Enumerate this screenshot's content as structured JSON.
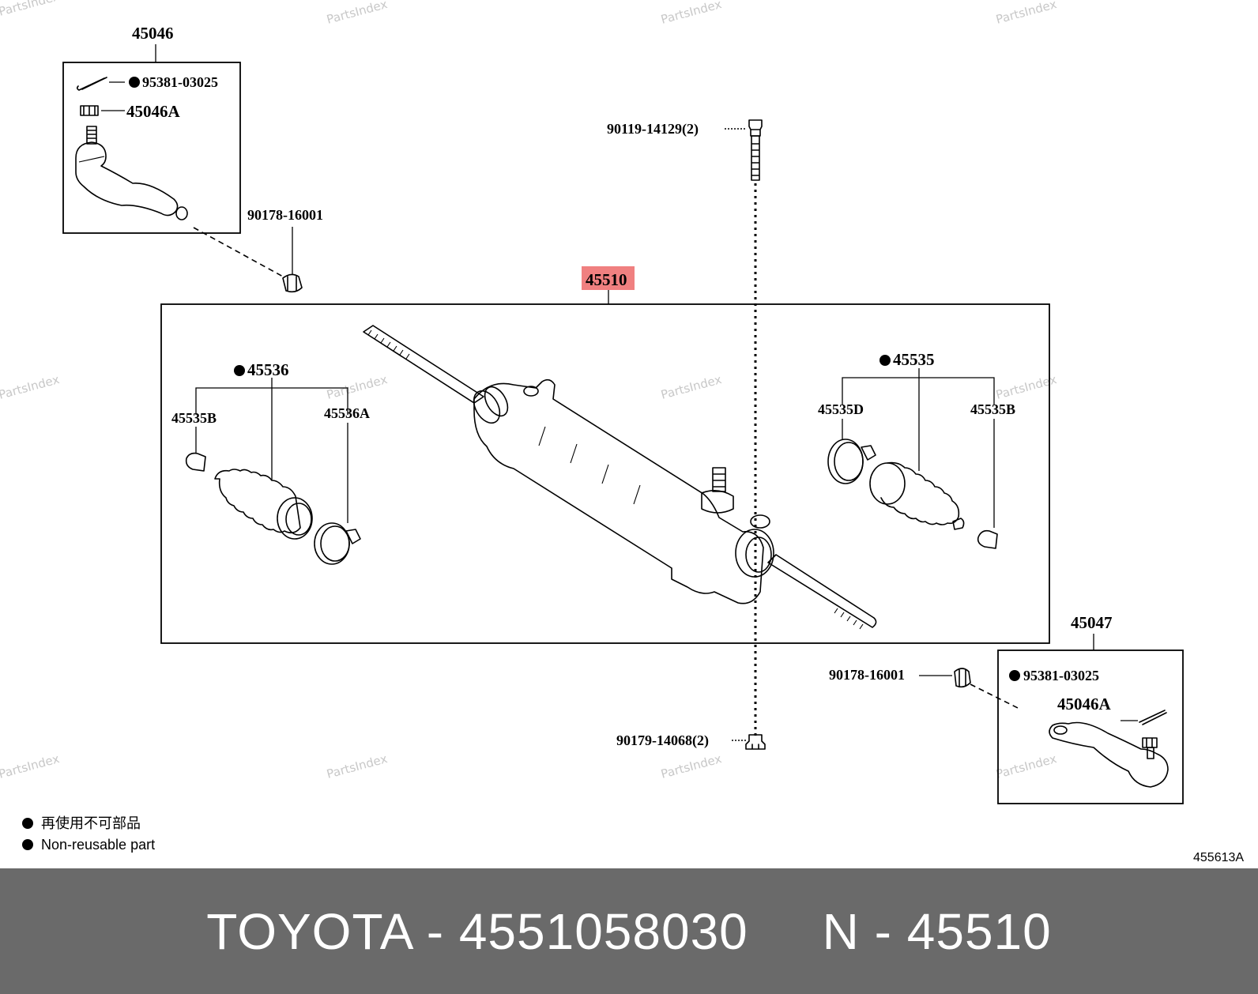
{
  "watermark": "PartsIndex",
  "labels": {
    "tie_rod_end_left": "45046",
    "cotter_pin_left": "95381-03025",
    "nut_left": "45046A",
    "nut_90178_left": "90178-16001",
    "bolt": "90119-14129(2)",
    "rack_assembly": "45510",
    "boot_left": "45536",
    "clamp_left_small": "45535B",
    "clamp_left_large": "45536A",
    "boot_right": "45535",
    "clamp_right_large": "45535D",
    "clamp_right_small": "45535B",
    "tie_rod_end_right": "45047",
    "nut_90178_right": "90178-16001",
    "cotter_pin_right": "95381-03025",
    "nut_right": "45046A",
    "nut_90179": "90179-14068(2)",
    "diagram_code": "455613A"
  },
  "legend": {
    "jp": "再使用不可部品",
    "en": "Non-reusable part"
  },
  "highlight_color": "#f08080",
  "footer": {
    "text": "TOYOTA - 4551058030     N - 45510"
  }
}
